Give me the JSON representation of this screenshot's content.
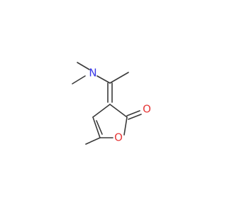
{
  "molecule": {
    "atoms": {
      "nitrogen": {
        "label": "N",
        "color": "#3838e6"
      },
      "carbonyl_oxygen": {
        "label": "O",
        "color": "#e63b3b"
      },
      "ring_oxygen": {
        "label": "O",
        "color": "#e63b3b"
      }
    },
    "bond_color": "#3a3a3a"
  }
}
